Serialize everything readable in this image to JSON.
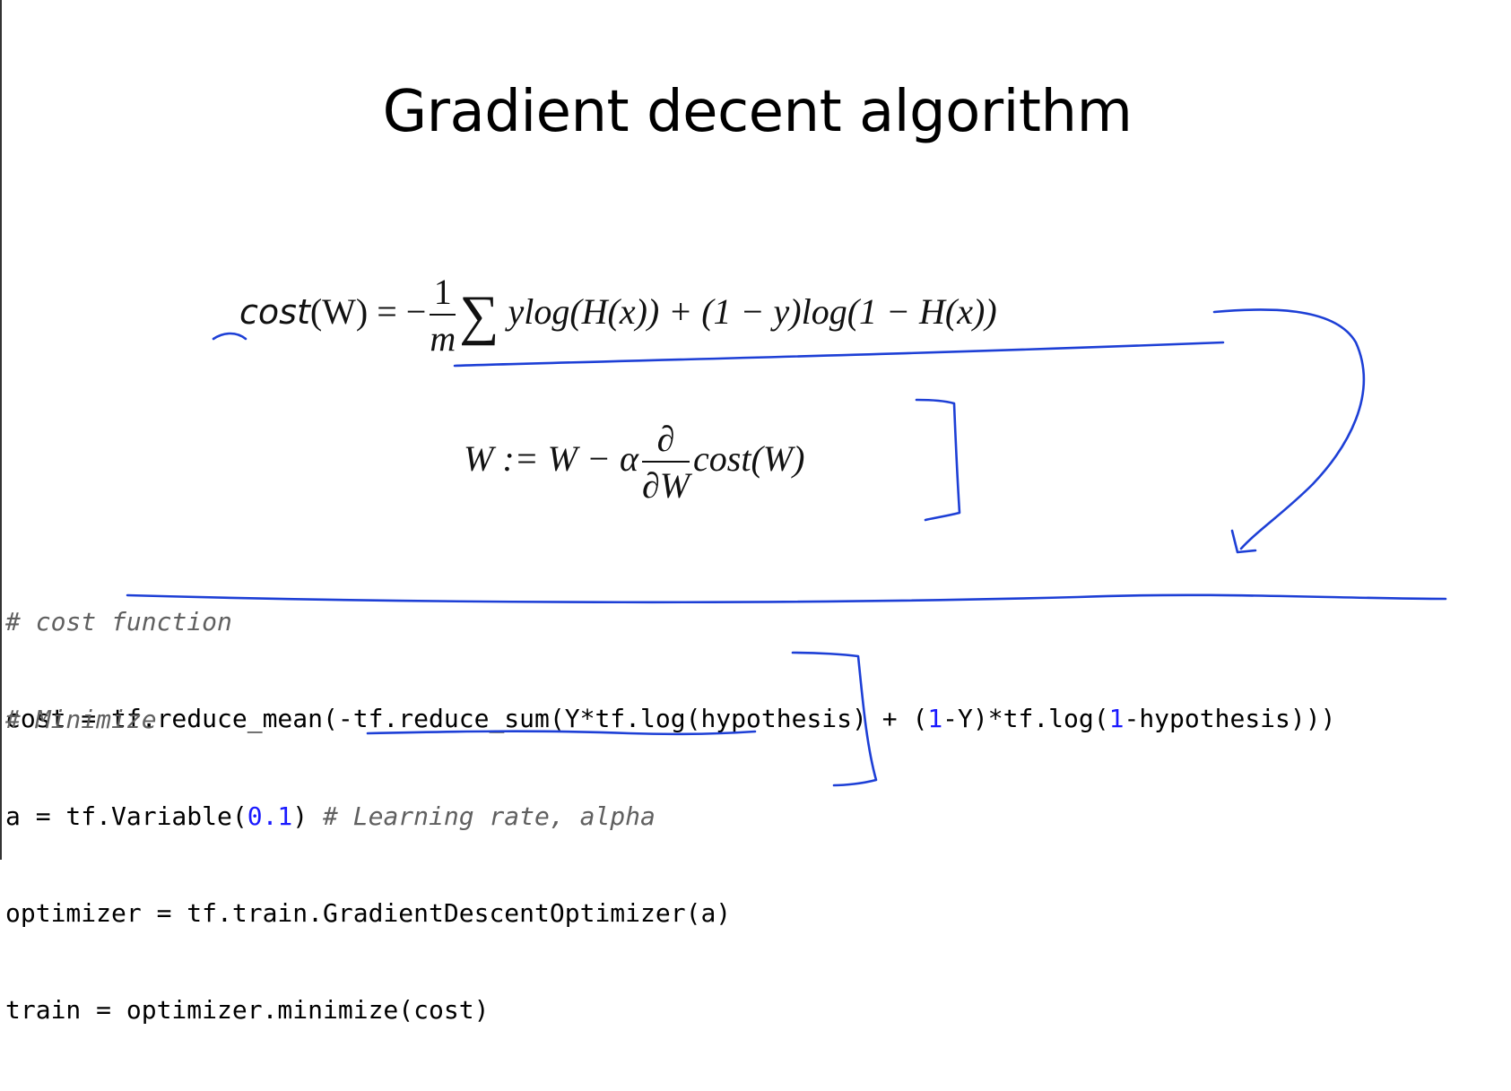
{
  "slide": {
    "title": "Gradient decent algorithm"
  },
  "equations": {
    "cost": {
      "lhs_name": "cost",
      "lhs_arg": "(W) = −",
      "frac_num": "1",
      "frac_den": "m",
      "sigma": "∑",
      "body": "ylog(H(x)) + (1 − y)log(1 − H(x))"
    },
    "update": {
      "lhs": "W := W − α",
      "frac_num": "∂",
      "frac_den": "∂W",
      "rhs": "cost(W)"
    }
  },
  "code": {
    "comment1": "# cost function",
    "line_cost_a": "cost = tf.reduce_mean(-tf.reduce_sum(Y*tf.log(hypothesis) + (",
    "line_cost_num1": "1",
    "line_cost_b": "-Y)*tf.log(",
    "line_cost_num2": "1",
    "line_cost_c": "-hypothesis)))",
    "comment2": "# Minimize",
    "line_a_1": "a = tf.Variable(",
    "line_a_num": "0.1",
    "line_a_2": ") ",
    "line_a_comment": "# Learning rate, alpha",
    "line_opt": "optimizer = tf.train.GradientDescentOptimizer(a)",
    "line_train": "train = optimizer.minimize(cost)"
  },
  "colors": {
    "ink": "#1d3fd6",
    "comment": "#606060",
    "number_literal": "#1a1aff"
  }
}
